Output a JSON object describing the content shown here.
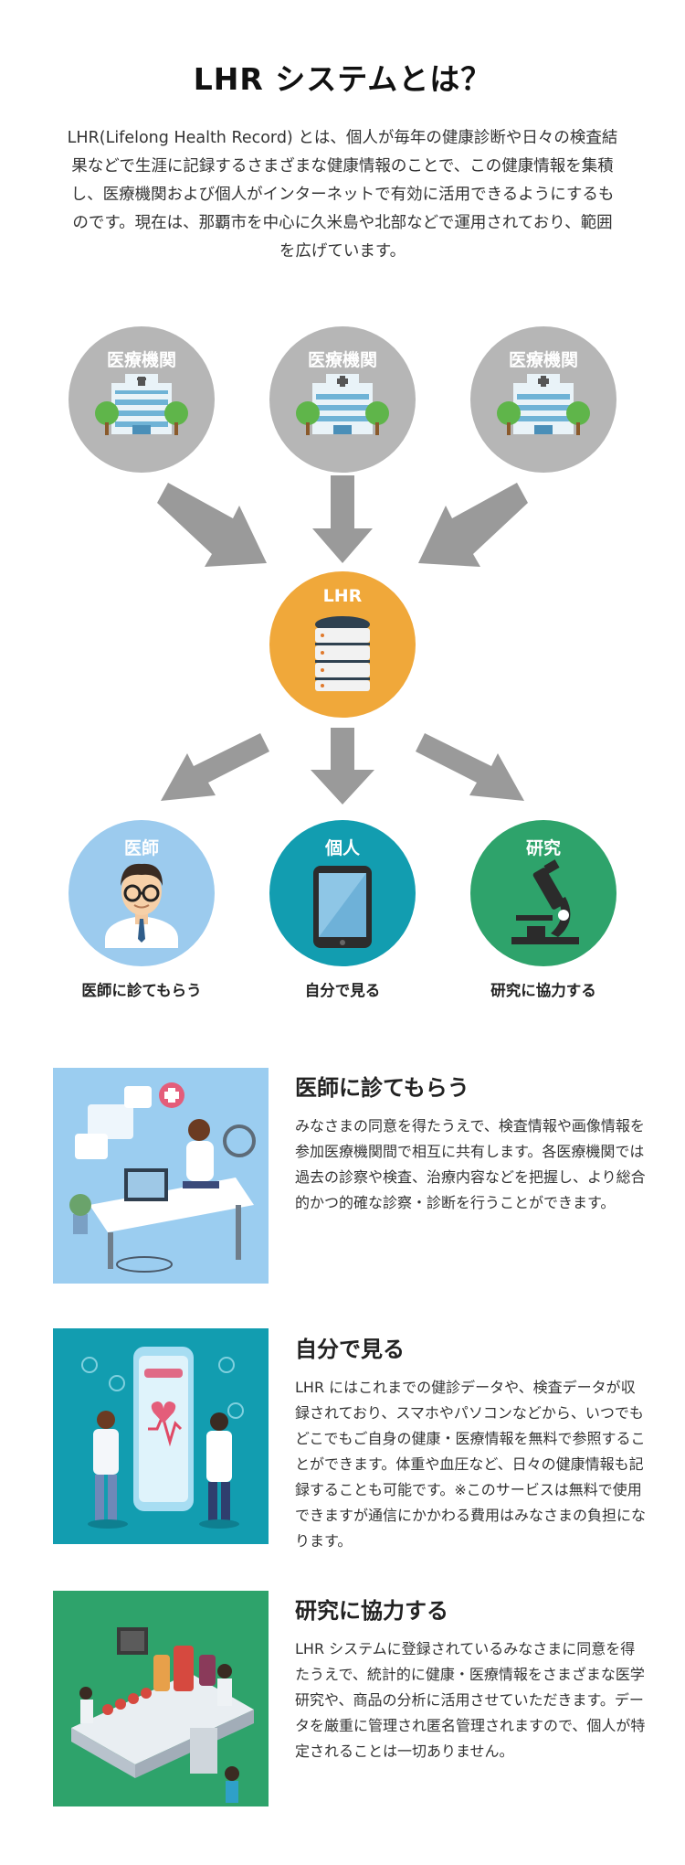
{
  "title": "LHR システムとは？",
  "intro": "LHR(Lifelong Health Record) とは、個人が毎年の健康診断や日々の検査結果などで生涯に記録するさまざまな健康情報のことで、この健康情報を集積し、医療機関および個人がインターネットで有効に活用できるようにするものです。現在は、那覇市を中心に久米島や北部などで運用されており、範囲を広げています。",
  "diagram": {
    "institutions": [
      {
        "label": "医療機関"
      },
      {
        "label": "医療機関"
      },
      {
        "label": "医療機関"
      }
    ],
    "hub": {
      "label": "LHR"
    },
    "outputs": [
      {
        "label": "医師",
        "caption": "医師に診てもらう"
      },
      {
        "label": "個人",
        "caption": "自分で見る"
      },
      {
        "label": "研究",
        "caption": "研究に協力する"
      }
    ]
  },
  "sections": [
    {
      "heading": "医師に診てもらう",
      "body": "みなさまの同意を得たうえで、検査情報や画像情報を参加医療機関間で相互に共有します。各医療機関では過去の診察や検査、治療内容などを把握し、より総合的かつ的確な診察・診断を行うことができます。"
    },
    {
      "heading": "自分で見る",
      "body": "LHR にはこれまでの健診データや、検査データが収録されており、スマホやパソコンなどから、いつでもどこでもご自身の健康・医療情報を無料で参照することができます。体重や血圧など、日々の健康情報も記録することも可能です。※このサービスは無料で使用できますが通信にかかわる費用はみなさまの負担になります。"
    },
    {
      "heading": "研究に協力する",
      "body": "LHR システムに登録されているみなさまに同意を得たうえで、統計的に健康・医療情報をさまざまな医学研究や、商品の分析に活用させていただきます。データを厳重に管理され匿名管理されますので、個人が特定されることは一切ありません。"
    }
  ],
  "colors": {
    "gray": "#b6b6b6",
    "orange": "#f0a83a",
    "light_blue": "#9ccbee",
    "teal": "#129db0",
    "green": "#2ea36b",
    "arrow": "#9a9a9a"
  },
  "icons": [
    "hospital-icon",
    "database-icon",
    "doctor-icon",
    "tablet-icon",
    "microscope-icon"
  ]
}
